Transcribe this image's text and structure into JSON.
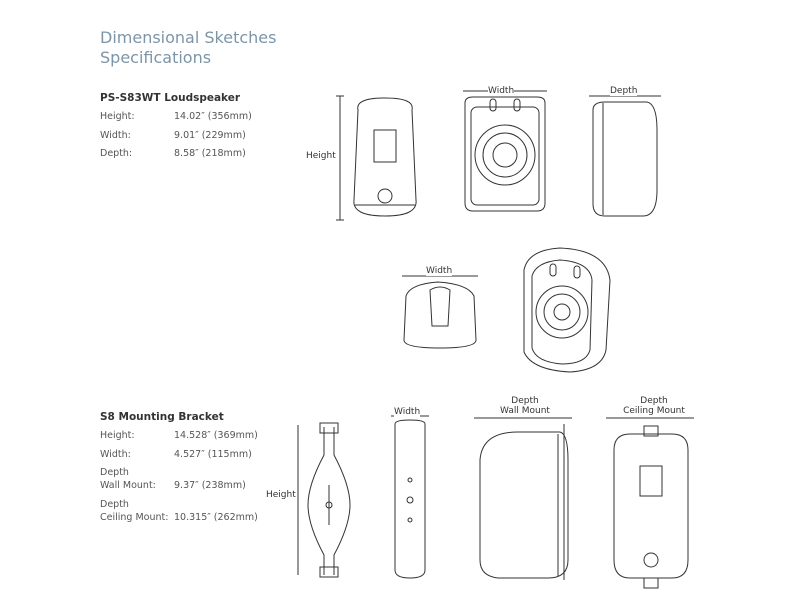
{
  "title": [
    "Dimensional Sketches",
    "Specifications"
  ],
  "speaker": {
    "name": "PS-S83WT Loudspeaker",
    "specs": [
      {
        "label": "Height:",
        "value": "14.02″ (356mm)"
      },
      {
        "label": "Width:",
        "value": "9.01″ (229mm)"
      },
      {
        "label": "Depth:",
        "value": "8.58″ (218mm)"
      }
    ]
  },
  "bracket": {
    "name": "S8 Mounting Bracket",
    "specs": [
      {
        "label": "Height:",
        "value": "14.528″ (369mm)"
      },
      {
        "label": "Width:",
        "value": "4.527″ (115mm)"
      },
      {
        "label": "Depth\nWall Mount:",
        "label1": "Depth",
        "label2": "Wall Mount:",
        "value": "9.37″ (238mm)"
      },
      {
        "label1": "Depth",
        "label2": "Ceiling Mount:",
        "value": "10.315″ (262mm)"
      }
    ]
  },
  "dims": {
    "height": "Height",
    "width": "Width",
    "depth": "Depth",
    "width2": "Width",
    "height2": "Height",
    "width3": "Width",
    "depth_wall": [
      "Depth",
      "Wall Mount"
    ],
    "depth_ceiling": [
      "Depth",
      "Ceiling Mount"
    ]
  }
}
